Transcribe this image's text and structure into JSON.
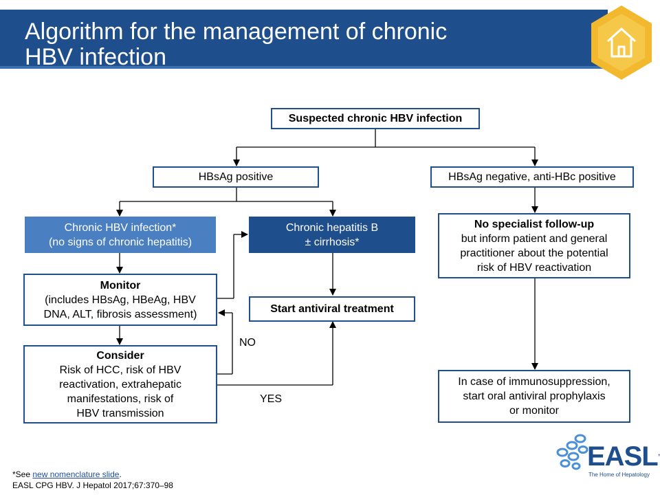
{
  "header": {
    "title_line1": "Algorithm for the management of chronic",
    "title_line2": "HBV infection"
  },
  "flow": {
    "suspected": "Suspected chronic HBV infection",
    "hbsag_pos": "HBsAg positive",
    "hbsag_neg": "HBsAg negative, anti-HBc positive",
    "chronic_infection_l1": "Chronic HBV infection*",
    "chronic_infection_l2": "(no signs of chronic hepatitis)",
    "chronic_hepatitis_l1": "Chronic hepatitis B",
    "chronic_hepatitis_l2": "± cirrhosis*",
    "no_specialist_title": "No specialist follow-up",
    "no_specialist_l1": "but inform patient and general",
    "no_specialist_l2": "practitioner about the potential",
    "no_specialist_l3": "risk of HBV reactivation",
    "monitor_title": "Monitor",
    "monitor_l1": "(includes HBsAg, HBeAg, HBV",
    "monitor_l2": "DNA, ALT, fibrosis assessment)",
    "start_treatment": "Start antiviral treatment",
    "consider_title": "Consider",
    "consider_l1": "Risk of HCC, risk of HBV",
    "consider_l2": "reactivation, extrahepatic",
    "consider_l3": "manifestations, risk of",
    "consider_l4": "HBV transmission",
    "immuno_l1": "In case of immunosuppression,",
    "immuno_l2": "start oral antiviral prophylaxis",
    "immuno_l3": "or monitor",
    "no_label": "NO",
    "yes_label": "YES"
  },
  "footer": {
    "see_prefix": "*See ",
    "link_text": "new nomenclature slide",
    "see_suffix": ".",
    "citation": "EASL CPG HBV. J Hepatol 2017;67:370–98"
  },
  "logo": {
    "name": "EASL",
    "tm": "™",
    "tagline": "The Home of Hepatology"
  },
  "colors": {
    "dark_blue": "#1f4e8c",
    "mid_blue": "#4a7fc1",
    "gold": "#f2b92e"
  },
  "icons": {
    "home": "home-icon"
  }
}
